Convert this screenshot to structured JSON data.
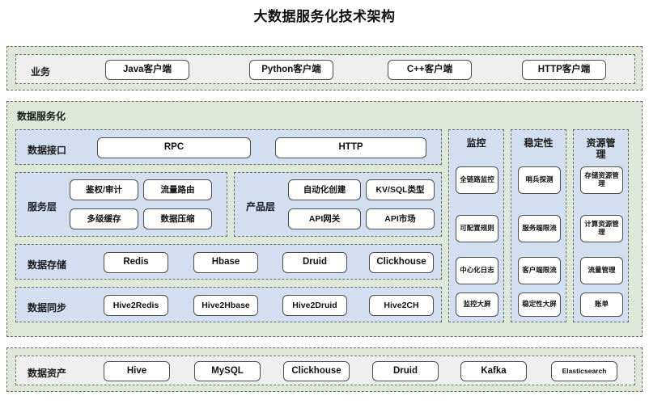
{
  "title": "大数据服务化技术架构",
  "colors": {
    "outer_band_fill": "#dde8d6",
    "business_panel_fill": "#efefef",
    "service_panel_fill": "#d2dff0",
    "node_fill": "#ffffff",
    "border": "#6b6b6b",
    "node_border": "#4d4d4d",
    "text": "#111111"
  },
  "business_layer": {
    "label": "业务",
    "nodes": [
      {
        "label": "Java客户端"
      },
      {
        "label": "Python客户端"
      },
      {
        "label": "C++客户端"
      },
      {
        "label": "HTTP客户端"
      }
    ]
  },
  "service_layer": {
    "title": "数据服务化",
    "data_interface": {
      "label": "数据接口",
      "nodes": [
        {
          "label": "RPC"
        },
        {
          "label": "HTTP"
        }
      ]
    },
    "service_tier": {
      "label": "服务层",
      "nodes": [
        {
          "label": "鉴权/审计"
        },
        {
          "label": "流量路由"
        },
        {
          "label": "多级缓存"
        },
        {
          "label": "数据压缩"
        }
      ]
    },
    "product_tier": {
      "label": "产品层",
      "nodes": [
        {
          "label": "自动化创建"
        },
        {
          "label": "KV/SQL类型"
        },
        {
          "label": "API网关"
        },
        {
          "label": "API市场"
        }
      ]
    },
    "data_storage": {
      "label": "数据存储",
      "nodes": [
        {
          "label": "Redis"
        },
        {
          "label": "Hbase"
        },
        {
          "label": "Druid"
        },
        {
          "label": "Clickhouse"
        }
      ]
    },
    "data_sync": {
      "label": "数据同步",
      "nodes": [
        {
          "label": "Hive2Redis"
        },
        {
          "label": "Hive2Hbase"
        },
        {
          "label": "Hive2Druid"
        },
        {
          "label": "Hive2CH"
        }
      ]
    },
    "monitoring": {
      "title": "监控",
      "nodes": [
        {
          "label": "全链路监控"
        },
        {
          "label": "可配置规则"
        },
        {
          "label": "中心化日志"
        },
        {
          "label": "监控大屏"
        }
      ]
    },
    "stability": {
      "title": "稳定性",
      "nodes": [
        {
          "label": "哨兵探测"
        },
        {
          "label": "服务端限流"
        },
        {
          "label": "客户端限流"
        },
        {
          "label": "稳定性大屏"
        }
      ]
    },
    "resource_management": {
      "title": "资源管理",
      "nodes": [
        {
          "label": "存储资源管理"
        },
        {
          "label": "计算资源管理"
        },
        {
          "label": "流量管理"
        },
        {
          "label": "账单"
        }
      ]
    }
  },
  "data_assets": {
    "label": "数据资产",
    "nodes": [
      {
        "label": "Hive"
      },
      {
        "label": "MySQL"
      },
      {
        "label": "Clickhouse"
      },
      {
        "label": "Druid"
      },
      {
        "label": "Kafka"
      },
      {
        "label": "Elasticsearch"
      }
    ]
  }
}
